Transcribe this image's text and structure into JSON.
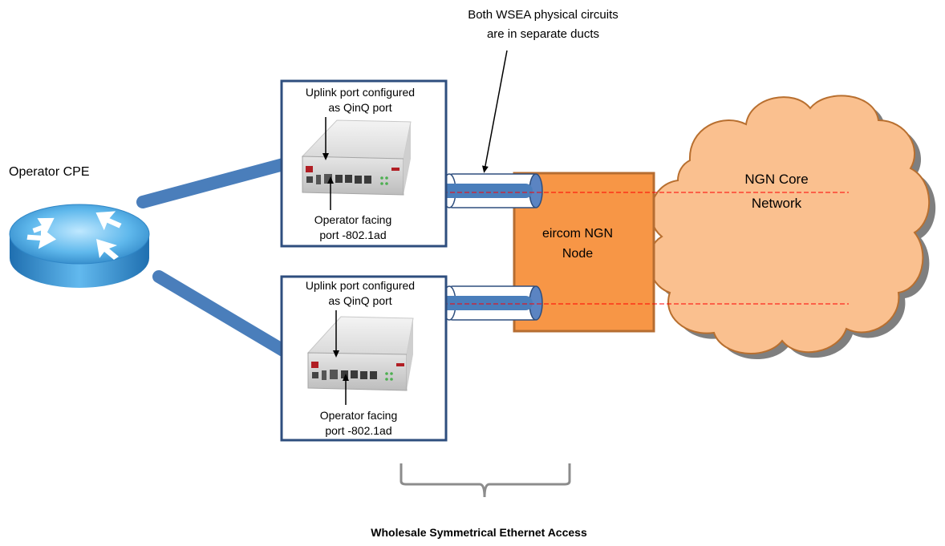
{
  "annotation": {
    "line1": "Both WSEA physical circuits",
    "line2": "are in separate ducts"
  },
  "operator_cpe": {
    "label": "Operator CPE"
  },
  "nte_top": {
    "uplink_line1": "Uplink port configured",
    "uplink_line2": "as QinQ port",
    "operator_line1": "Operator facing",
    "operator_line2": "port -802.1ad"
  },
  "nte_bottom": {
    "uplink_line1": "Uplink port configured",
    "uplink_line2": "as QinQ port",
    "operator_line1": "Operator facing",
    "operator_line2": "port -802.1ad"
  },
  "ngn_node": {
    "line1": "eircom NGN",
    "line2": "Node"
  },
  "core": {
    "line1": "NGN Core",
    "line2": "Network"
  },
  "caption": "Wholesale Symmetrical Ethernet Access",
  "colors": {
    "link": "#4a7ebb",
    "box_border": "#2e4e7e",
    "node_fill": "#f79646",
    "node_border": "#b66d31",
    "cloud_fill": "#fac08f",
    "cloud_border": "#b86f2f",
    "dash": "#ff0000",
    "caption": "#8c8c8c"
  }
}
